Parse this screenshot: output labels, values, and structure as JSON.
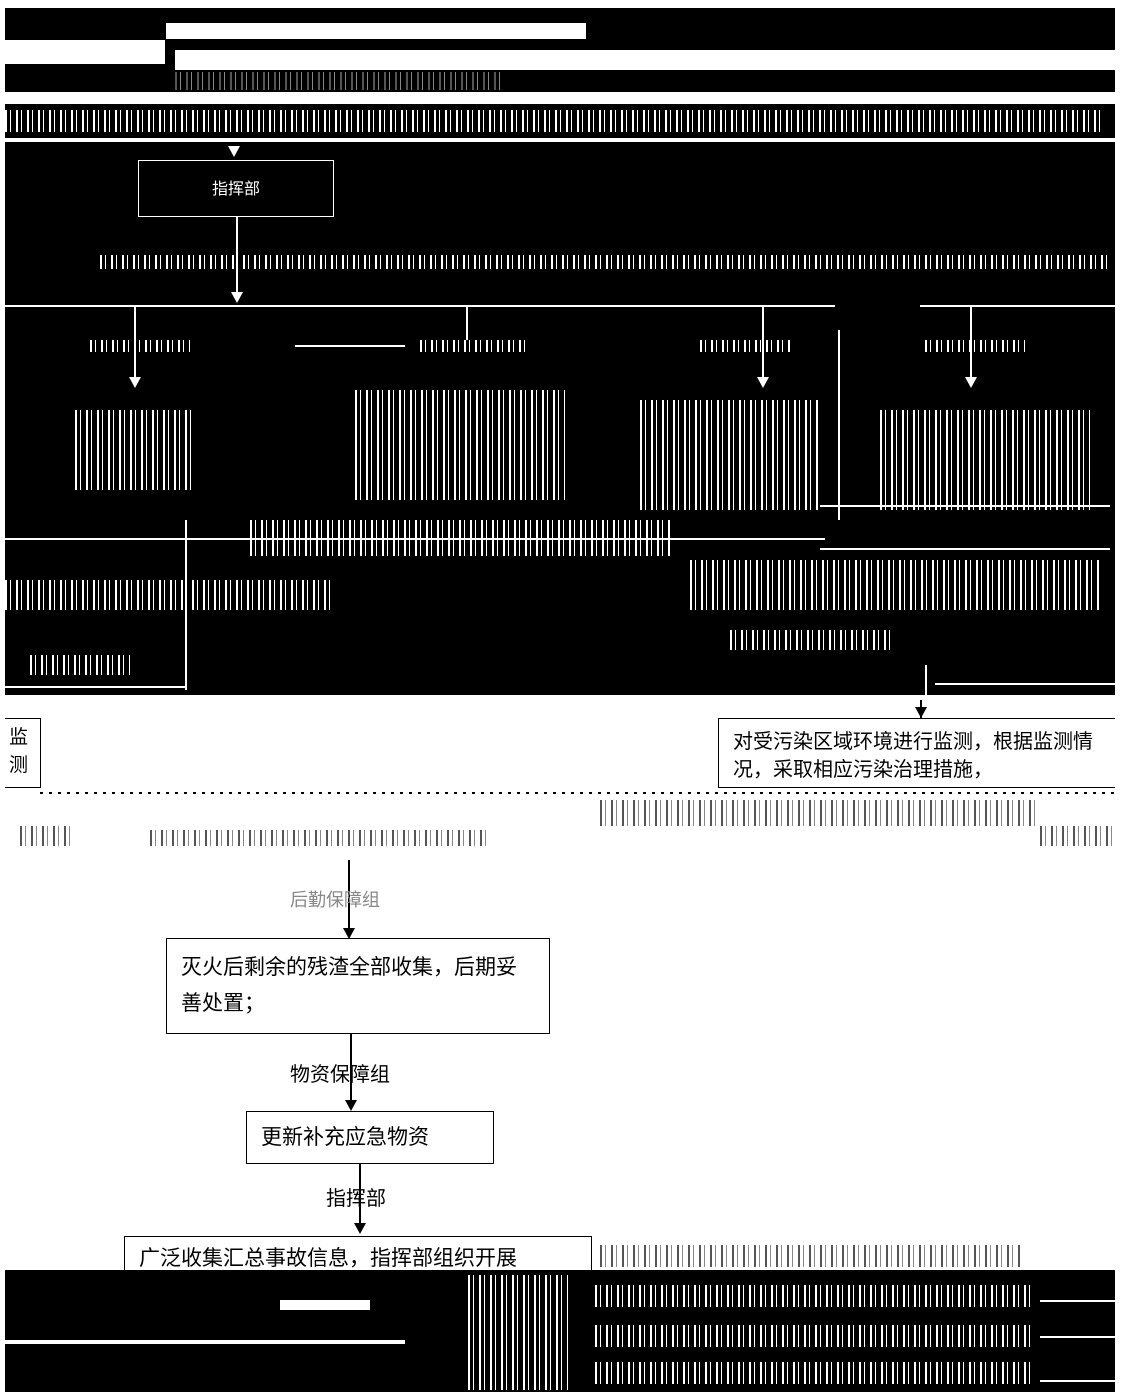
{
  "diagram": {
    "top": {
      "command_box": "指挥部"
    },
    "monitoring": {
      "box_text": "对受污染区域环境进行监测，根据监测情况，采取相应污染治理措施，",
      "side_left_chars": "监 测"
    },
    "cleanup": {
      "edge_label": "后勤保障组",
      "box_text": "灭火后剩余的残渣全部收集，后期妥善处置；"
    },
    "supply": {
      "edge_label": "物资保障组",
      "box_text": "更新补充应急物资"
    },
    "final": {
      "edge_label": "指挥部",
      "box_text": "广泛收集汇总事故信息，指挥部组织开展"
    }
  }
}
